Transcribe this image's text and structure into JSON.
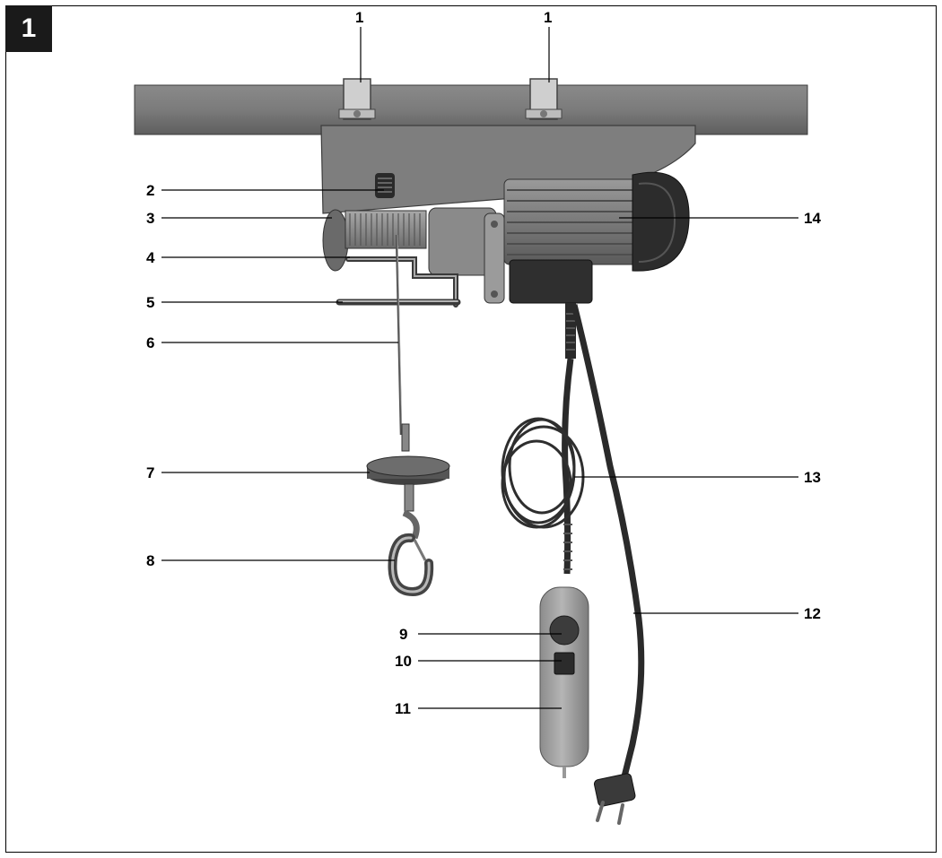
{
  "figure_number": "1",
  "callouts": {
    "c1a": "1",
    "c1b": "1",
    "c2": "2",
    "c3": "3",
    "c4": "4",
    "c5": "5",
    "c6": "6",
    "c7": "7",
    "c8": "8",
    "c9": "9",
    "c10": "10",
    "c11": "11",
    "c12": "12",
    "c13": "13",
    "c14": "14"
  }
}
